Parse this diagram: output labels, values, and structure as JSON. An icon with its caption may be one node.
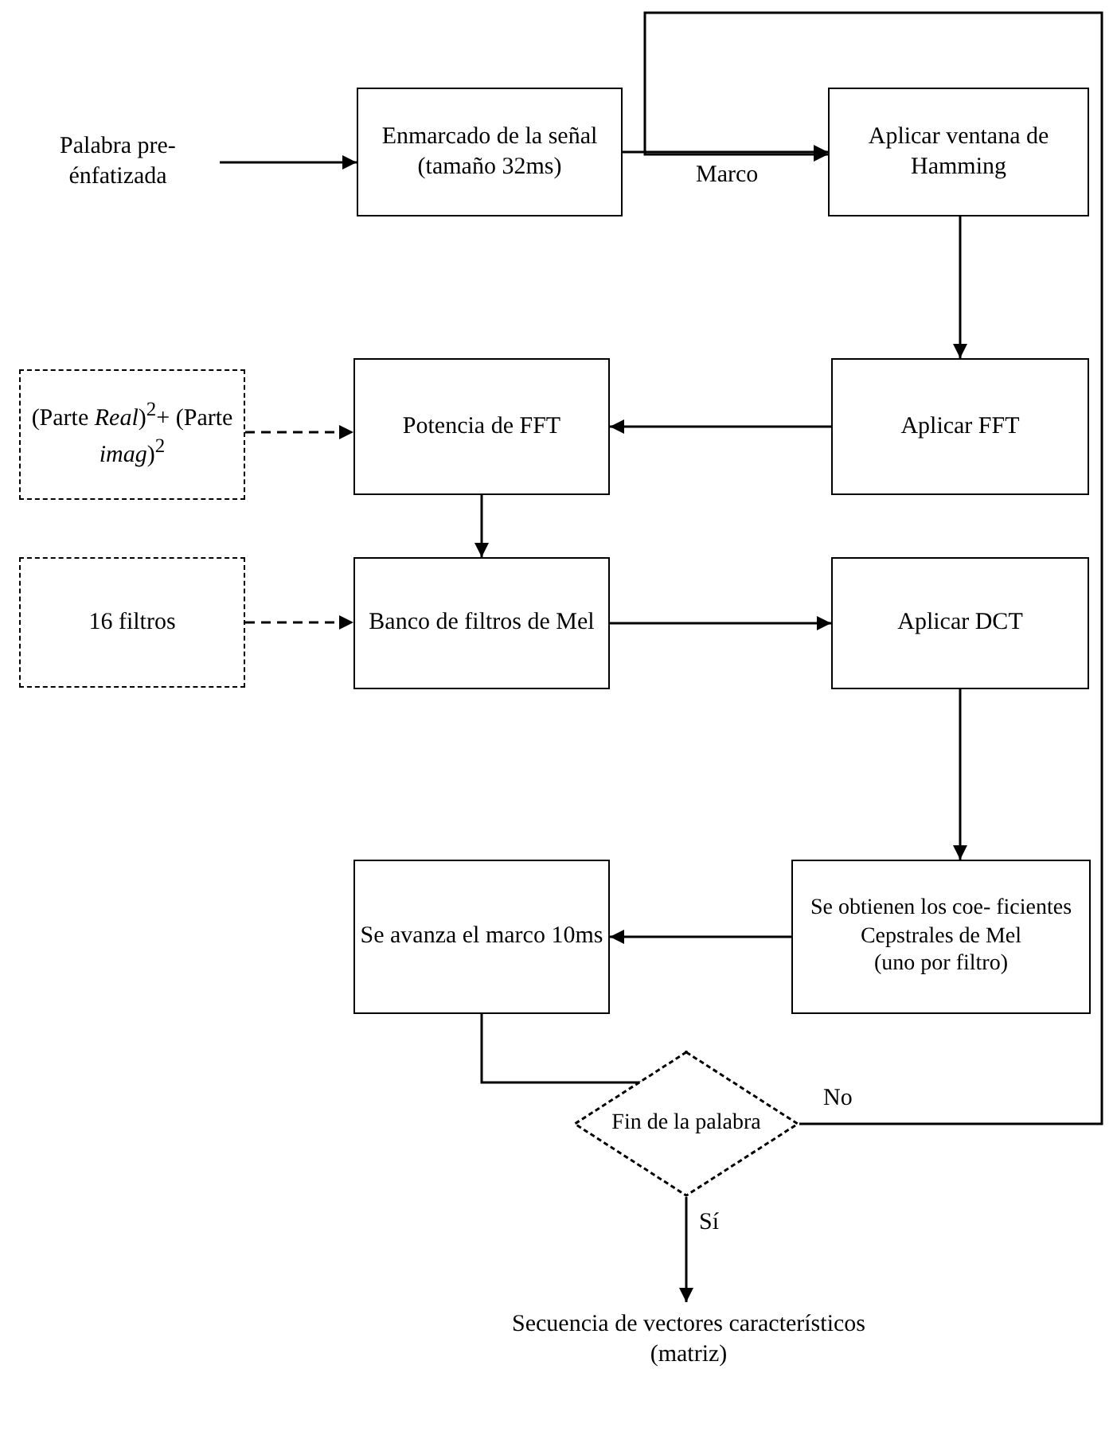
{
  "diagram": {
    "nodes": [
      {
        "text": [
          "Palabra pre-énfatizada"
        ]
      },
      {
        "text": [
          "Enmarcado de la señal (tamaño 32ms)"
        ]
      },
      {
        "text": [
          "Aplicar ventana de Hamming"
        ]
      },
      {
        "text": [
          "(Parte *Real*)$^{2}$+ (Parte *imag*)$^{2}$"
        ]
      },
      {
        "text": [
          "Potencia de FFT"
        ]
      },
      {
        "text": [
          "Aplicar FFT"
        ]
      },
      {
        "text": [
          "16 filtros"
        ]
      },
      {
        "text": [
          "Banco de filtros de Mel"
        ]
      },
      {
        "text": [
          "Aplicar DCT"
        ]
      },
      {
        "text": [
          "Se avanza el marco 10ms"
        ]
      },
      {
        "text": [
          "Se obtienen los coe- ficientes Cepstrales de Mel",
          "(uno por filtro)"
        ]
      },
      {
        "text": [
          "Fin de la palabra"
        ]
      },
      {
        "text": [
          "Secuencia de vectores característicos (matriz)"
        ]
      }
    ],
    "edges": [
      {
        "from": 0,
        "to": 1,
        "arrow": "to"
      },
      {
        "from": 1,
        "to": 2,
        "arrow": "to",
        "label": "Marco"
      },
      {
        "from": 2,
        "to": 5,
        "arrow": "to"
      },
      {
        "from": 5,
        "to": 4,
        "arrow": "to"
      },
      {
        "from": 3,
        "to": 4,
        "arrow": "to",
        "style": "dashed"
      },
      {
        "from": 4,
        "to": 7,
        "arrow": "to"
      },
      {
        "from": 6,
        "to": 7,
        "arrow": "to",
        "style": "dashed"
      },
      {
        "from": 7,
        "to": 8,
        "arrow": "to"
      },
      {
        "from": 8,
        "to": 10,
        "arrow": "to"
      },
      {
        "from": 10,
        "to": 9,
        "arrow": "to"
      },
      {
        "from": 9,
        "to": 11,
        "arrow": "to"
      },
      {
        "from": 11,
        "to": 2,
        "arrow": "to",
        "label": "No"
      },
      {
        "from": 11,
        "to": 12,
        "arrow": "to",
        "label": "Sí"
      }
    ]
  }
}
